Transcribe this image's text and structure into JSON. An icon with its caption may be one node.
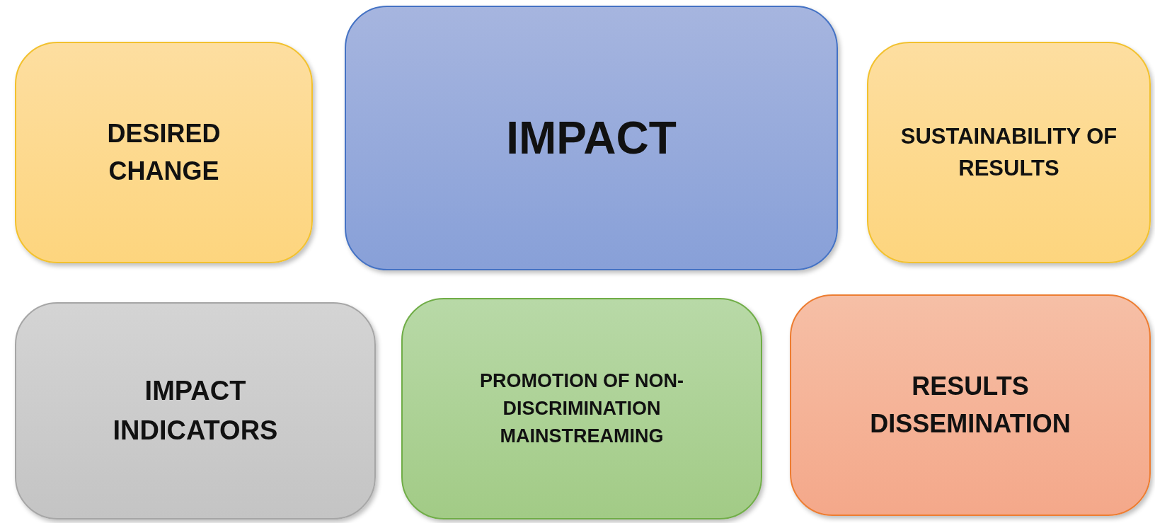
{
  "diagram": {
    "nodes": [
      {
        "text": [
          "DESIRED CHANGE"
        ]
      },
      {
        "text": [
          "IMPACT"
        ]
      },
      {
        "text": [
          "SUSTAINABILITY OF RESULTS"
        ]
      },
      {
        "text": [
          "IMPACT INDICATORS"
        ]
      },
      {
        "text": [
          "PROMOTION OF NON-DISCRIMINATION MAINSTREAMING"
        ]
      },
      {
        "text": [
          "RESULTS DISSEMINATION"
        ]
      }
    ],
    "edges": []
  }
}
